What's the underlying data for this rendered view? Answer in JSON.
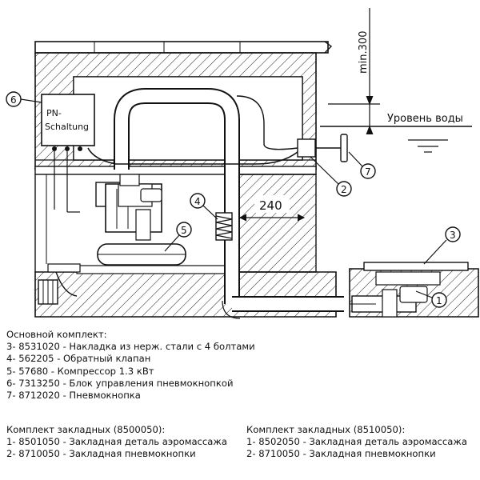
{
  "drawing": {
    "min_dim": "min.300",
    "water_level": "Уровень воды",
    "dim_240": "240",
    "box_label_1": "PN-",
    "box_label_2": "Schaltung",
    "callouts": [
      "6",
      "4",
      "5",
      "2",
      "7",
      "3",
      "1"
    ]
  },
  "legend_main": {
    "title": "Основной комплект:",
    "items": [
      "3- 8531020 - Накладка из нерж. стали с 4 болтами",
      "4- 562205 - Обратный клапан",
      "5- 57680 - Компрессор 1.3 кВт",
      "6- 7313250 - Блок управления пневмокнопкой",
      "7- 8712020 - Пневмокнопка"
    ]
  },
  "kit_1": {
    "title": "Комплект закладных (8500050):",
    "items": [
      "1- 8501050 - Закладная деталь аэромассажа",
      "2- 8710050 - Закладная пневмокнопки"
    ]
  },
  "kit_2": {
    "title": "Комплект закладных (8510050):",
    "items": [
      "1- 8502050 - Закладная деталь аэромассажа",
      "2- 8710050 - Закладная пневмокнопки"
    ]
  }
}
